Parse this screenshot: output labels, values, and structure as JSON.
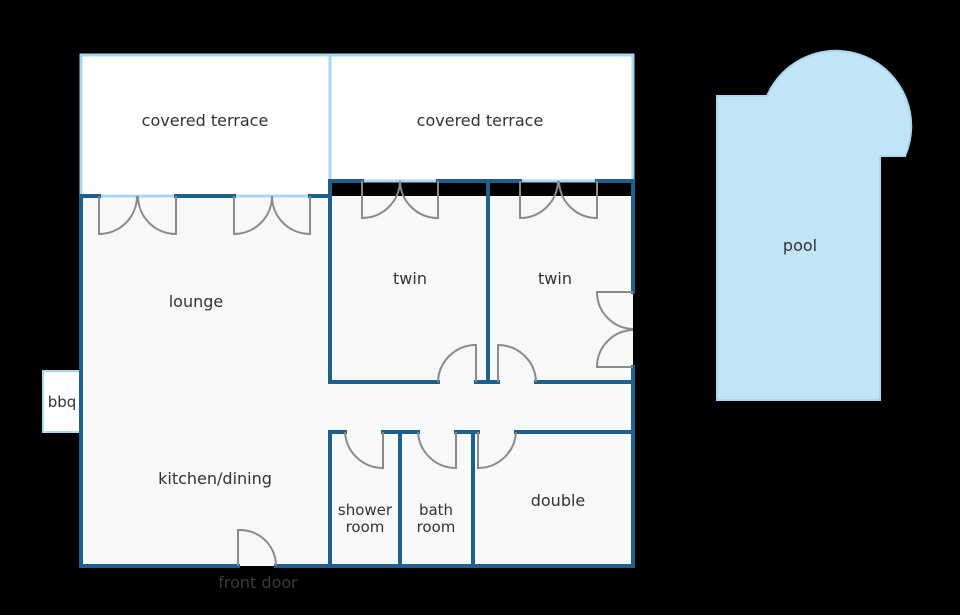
{
  "rooms": {
    "covered_terrace_left": "covered terrace",
    "covered_terrace_right": "covered terrace",
    "lounge": "lounge",
    "twin_left": "twin",
    "twin_right": "twin",
    "kitchen_dining": "kitchen/dining",
    "shower_room_line1": "shower",
    "shower_room_line2": "room",
    "bath_room_line1": "bath",
    "bath_room_line2": "room",
    "double": "double",
    "bbq": "bbq",
    "pool": "pool",
    "front_door": "front door"
  },
  "colors": {
    "background": "#000000",
    "floor": "#f7f8f8",
    "wall": "#1f5f8b",
    "terrace_border": "#a9d6f0",
    "pool_fill": "#c2e4f7",
    "door": "#8a8a8a"
  }
}
